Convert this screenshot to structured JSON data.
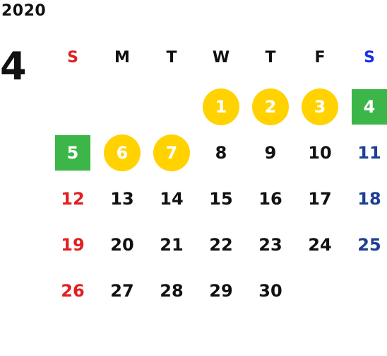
{
  "year": "2020",
  "month": "4",
  "colors": {
    "sunday": "#e02020",
    "saturday_header": "#1a2ee8",
    "saturday": "#1f3f94",
    "weekday": "#111111",
    "marked_text": "#ffffff",
    "holiday_circle": "#ffd200",
    "holiday_square": "#3cb649"
  },
  "weekdays": [
    {
      "label": "S",
      "kind": "sun"
    },
    {
      "label": "M",
      "kind": "day"
    },
    {
      "label": "T",
      "kind": "day"
    },
    {
      "label": "W",
      "kind": "day"
    },
    {
      "label": "T",
      "kind": "day"
    },
    {
      "label": "F",
      "kind": "day"
    },
    {
      "label": "S",
      "kind": "sat"
    }
  ],
  "days": [
    {
      "day": "1",
      "row": 0,
      "col": 3,
      "marker": "circle"
    },
    {
      "day": "2",
      "row": 0,
      "col": 4,
      "marker": "circle"
    },
    {
      "day": "3",
      "row": 0,
      "col": 5,
      "marker": "circle"
    },
    {
      "day": "4",
      "row": 0,
      "col": 6,
      "marker": "square"
    },
    {
      "day": "5",
      "row": 1,
      "col": 0,
      "marker": "square"
    },
    {
      "day": "6",
      "row": 1,
      "col": 1,
      "marker": "circle"
    },
    {
      "day": "7",
      "row": 1,
      "col": 2,
      "marker": "circle"
    },
    {
      "day": "8",
      "row": 1,
      "col": 3,
      "marker": ""
    },
    {
      "day": "9",
      "row": 1,
      "col": 4,
      "marker": ""
    },
    {
      "day": "10",
      "row": 1,
      "col": 5,
      "marker": ""
    },
    {
      "day": "11",
      "row": 1,
      "col": 6,
      "marker": ""
    },
    {
      "day": "12",
      "row": 2,
      "col": 0,
      "marker": ""
    },
    {
      "day": "13",
      "row": 2,
      "col": 1,
      "marker": ""
    },
    {
      "day": "14",
      "row": 2,
      "col": 2,
      "marker": ""
    },
    {
      "day": "15",
      "row": 2,
      "col": 3,
      "marker": ""
    },
    {
      "day": "16",
      "row": 2,
      "col": 4,
      "marker": ""
    },
    {
      "day": "17",
      "row": 2,
      "col": 5,
      "marker": ""
    },
    {
      "day": "18",
      "row": 2,
      "col": 6,
      "marker": ""
    },
    {
      "day": "19",
      "row": 3,
      "col": 0,
      "marker": ""
    },
    {
      "day": "20",
      "row": 3,
      "col": 1,
      "marker": ""
    },
    {
      "day": "21",
      "row": 3,
      "col": 2,
      "marker": ""
    },
    {
      "day": "22",
      "row": 3,
      "col": 3,
      "marker": ""
    },
    {
      "day": "23",
      "row": 3,
      "col": 4,
      "marker": ""
    },
    {
      "day": "24",
      "row": 3,
      "col": 5,
      "marker": ""
    },
    {
      "day": "25",
      "row": 3,
      "col": 6,
      "marker": ""
    },
    {
      "day": "26",
      "row": 4,
      "col": 0,
      "marker": ""
    },
    {
      "day": "27",
      "row": 4,
      "col": 1,
      "marker": ""
    },
    {
      "day": "28",
      "row": 4,
      "col": 2,
      "marker": ""
    },
    {
      "day": "29",
      "row": 4,
      "col": 3,
      "marker": ""
    },
    {
      "day": "30",
      "row": 4,
      "col": 4,
      "marker": ""
    }
  ]
}
